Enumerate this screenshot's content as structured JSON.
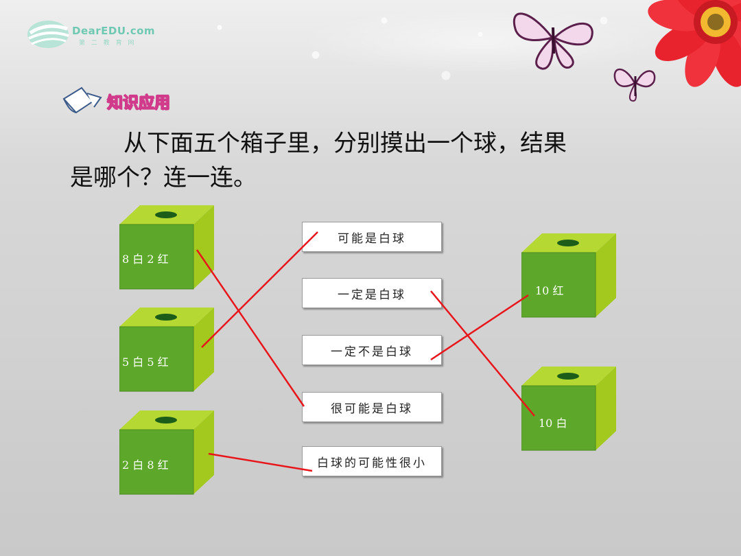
{
  "logo": {
    "text": "DearEDU.com",
    "subtext": "第 二 教 育 网"
  },
  "section": {
    "label": "知识应用"
  },
  "question": {
    "line1": "从下面五个箱子里，分别摸出一个球，结果",
    "line2": "是哪个？连一连。"
  },
  "boxes_left": [
    {
      "label": "8 白 2 红"
    },
    {
      "label": "5 白 5 红"
    },
    {
      "label": "2 白 8 红"
    }
  ],
  "boxes_right": [
    {
      "label": "10 红"
    },
    {
      "label": "10 白"
    }
  ],
  "options": [
    {
      "label": "可能是白球"
    },
    {
      "label": "一定是白球"
    },
    {
      "label": "一定不是白球"
    },
    {
      "label": "很可能是白球"
    },
    {
      "label": "白球的可能性很小"
    }
  ],
  "colors": {
    "cube_front": "#5da82a",
    "cube_top": "#b6d832",
    "cube_side": "#a3c91f",
    "line": "#e8151b"
  }
}
